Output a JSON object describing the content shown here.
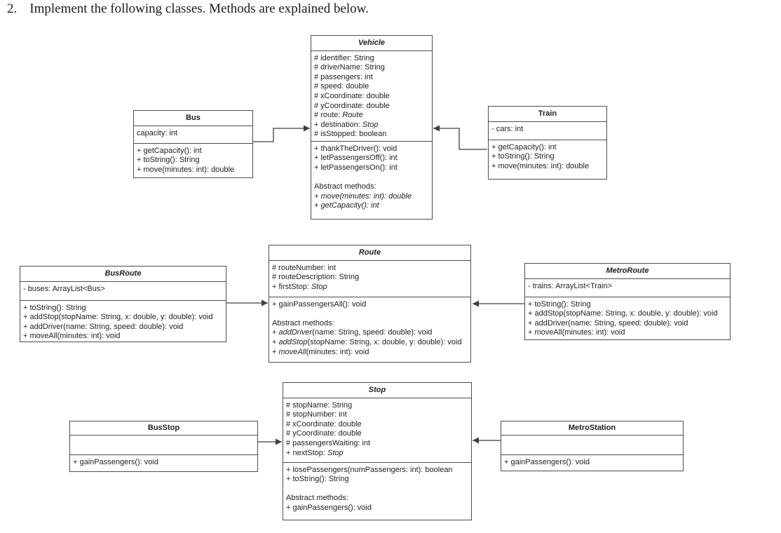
{
  "header": {
    "number": "2.",
    "text": "Implement the following classes. Methods are explained below."
  },
  "styles": {
    "border_color": "#4d4d4d",
    "text_color": "#212121",
    "connector_color": "#3f3f3f",
    "background": "#ffffff"
  },
  "classes": {
    "vehicle": {
      "title": "Vehicle",
      "italic_title": true,
      "attributes": [
        {
          "t": "# identifier: String"
        },
        {
          "t": "# driverName: String"
        },
        {
          "t": "# passengers: int"
        },
        {
          "t": "# speed: double"
        },
        {
          "t": "# xCoordinate: double"
        },
        {
          "t": "# yCoordinate: double"
        },
        {
          "t": "# route: ",
          "em": "Route"
        },
        {
          "t": "+ destination: ",
          "em": "Stop"
        },
        {
          "t": "# isStopped: boolean"
        }
      ],
      "methods": [
        {
          "t": "+ thankTheDriver(): void"
        },
        {
          "t": "+ letPassengersOff(): int"
        },
        {
          "t": "+ letPassengersOn(): int"
        },
        {
          "t": ""
        },
        {
          "t": "Abstract methods:"
        },
        {
          "em": "+ move(minutes: int): double"
        },
        {
          "em": "+ getCapacity(): int"
        }
      ]
    },
    "bus": {
      "title": "Bus",
      "italic_title": false,
      "attributes": [
        {
          "t": "capacity: int"
        }
      ],
      "methods": [
        {
          "t": "+ getCapacity(): int"
        },
        {
          "t": "+ toString(): String"
        },
        {
          "t": "+ move(minutes: int): double"
        }
      ]
    },
    "train": {
      "title": "Train",
      "italic_title": false,
      "attributes": [
        {
          "t": "- cars: int"
        }
      ],
      "methods": [
        {
          "t": "+ getCapacity(): int"
        },
        {
          "t": "+ toString(): String"
        },
        {
          "t": "+ move(minutes: int): double"
        }
      ]
    },
    "route": {
      "title": "Route",
      "italic_title": true,
      "attributes": [
        {
          "t": "# routeNumber: int"
        },
        {
          "t": "# routeDescription: String"
        },
        {
          "t": "+ firstStop: ",
          "em": "Stop"
        }
      ],
      "methods": [
        {
          "t": "+ gainPassengersAll(): void"
        },
        {
          "t": ""
        },
        {
          "t": "Abstract methods:"
        },
        {
          "t": "+ ",
          "em": "addDriver",
          "post": "(name: String, speed: double): void"
        },
        {
          "t": "+ ",
          "em": "addStop",
          "post": "(stopName: String, x: double, y: double): void"
        },
        {
          "t": "+ ",
          "em": "moveAll",
          "post": "(minutes: int): void"
        }
      ]
    },
    "busRoute": {
      "title": "BusRoute",
      "italic_title": true,
      "attributes": [
        {
          "t": "- buses: ArrayList<Bus>"
        }
      ],
      "methods": [
        {
          "t": "+ toString(): String"
        },
        {
          "t": "+ addStop(stopName: String, x: double, y: double): void"
        },
        {
          "t": "+ addDriver(name: String, speed: double): void"
        },
        {
          "t": "+ moveAll(minutes: int): void"
        }
      ]
    },
    "metroRoute": {
      "title": "MetroRoute",
      "italic_title": true,
      "attributes": [
        {
          "t": "- trains: ArrayList<Train>"
        }
      ],
      "methods": [
        {
          "t": "+ toString(): String"
        },
        {
          "t": "+ addStop(stopName: String, x: double, y: double): void"
        },
        {
          "t": "+ addDriver(name: String, speed: double): void"
        },
        {
          "t": "+ moveAll(minutes: int): void"
        }
      ]
    },
    "stop": {
      "title": "Stop",
      "italic_title": true,
      "attributes": [
        {
          "t": "# stopName: String"
        },
        {
          "t": "# stopNumber: int"
        },
        {
          "t": "# xCoordinate: double"
        },
        {
          "t": "# yCoordinate: double"
        },
        {
          "t": "# passengersWaiting: int"
        },
        {
          "t": "+ nextStop: ",
          "em": "Stop"
        }
      ],
      "methods": [
        {
          "t": "+ losePassengers(numPassengers: int): boolean"
        },
        {
          "t": "+ toString(): String"
        },
        {
          "t": ""
        },
        {
          "t": "Abstract methods:"
        },
        {
          "t": "+ gainPassengers(): void"
        }
      ]
    },
    "busStop": {
      "title": "BusStop",
      "italic_title": false,
      "attributes": [],
      "methods": [
        {
          "t": "+ gainPassengers(): void"
        }
      ]
    },
    "metroStation": {
      "title": "MetroStation",
      "italic_title": false,
      "attributes": [],
      "methods": [
        {
          "t": "+ gainPassengers(): void"
        }
      ]
    }
  },
  "relationships": [
    {
      "from": "Bus",
      "to": "Vehicle"
    },
    {
      "from": "Train",
      "to": "Vehicle"
    },
    {
      "from": "BusRoute",
      "to": "Route"
    },
    {
      "from": "MetroRoute",
      "to": "Route"
    },
    {
      "from": "BusStop",
      "to": "Stop"
    },
    {
      "from": "MetroStation",
      "to": "Stop"
    }
  ]
}
